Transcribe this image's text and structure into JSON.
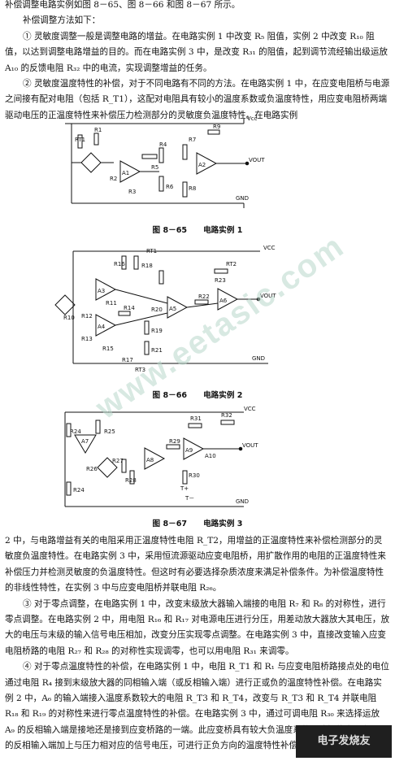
{
  "watermark": "www.eetasic.com",
  "logo_text": "电子发烧友",
  "intro": {
    "line1": "补偿调整电路实例如图 8－65、图 8－66 和图 8－67 所示。",
    "line2": "补偿调整方法如下："
  },
  "paragraphs": {
    "p1": "① 灵敏度调整一般是调整电路的增益。在电路实例 1 中改变 R₅ 阻值，实例 2 中改变 R₁₀ 阻值，以达到调整电路增益的目的。而在电路实例 3 中，是改变 R₃₁ 的阻值，起到调节流经输出级运放 A₁₀ 的反馈电阻 R₃₂ 中的电流，实现调整增益的任务。",
    "p2": "② 灵敏度温度特性的补偿，对于不同电路有不同的方法。在电路实例 1 中，在应变电阻桥与电源之间接有配对电阻（包括 R_T1），这配对电阻具有较小的温度系数或负温度特性，用应变电阻桥两端驱动电压的正温度特性来补偿压力检测部分的灵敏度负温度特性。在电路实例",
    "p3": "2 中，与电路增益有关的电阻采用正温度特性电阻 R_T2，用增益的正温度特性来补偿检测部分的灵敏度负温度特性。在电路实例 3 中，采用恒流源驱动应变电阻桥，用扩散作用的电阻的正温度特性来补偿压力并检测灵敏度的负温度特性。但这时有必要选择杂质浓度来满足补偿条件。为补偿温度特性的非线性特性，在实例 3 中与应变电阻桥并联电阻 R₂₆。",
    "p4": "③ 对于零点调整，在电路实例 1 中，改变末级放大器输入端接的电阻 R₇ 和 R₈ 的对称性，进行零点调整。在电路实例 2 中，用电阻 R₁₆ 和 R₁₇ 对电源电压进行分压，用差动放大器放大其电压，放大的电压与末级的输入信号电压相加，改变分压实现零点调整。在电路实例 3 中，直接改变输入应变电阻桥路的电阻 R₂₇ 和 R₂₈ 的对称性实现调零，也可以用电阻 R₃₁ 来调零。",
    "p5": "④ 对于零点温度特性的补偿，在电路实例 1 中，电阻 R_T1 和 R₁ 与应变电阻桥路接点处的电位通过电阻 R₄ 接到末级放大器的同相输入端（或反相输入端）进行正或负的温度特性补偿。在电路实例 2 中，A₆ 的输入端接入温度系数较大的电阻 R_T3 和 R_T4，改变与 R_T3 和 R_T4 并联电阻 R₁₈ 和 R₁₉ 的对称性来进行零点温度特性的补偿。在电路实例 3 中，通过可调电阻 R₃₀ 来选择运放 A₉ 的反相输入端是接地还是接到应变桥路的一端。此应变桥具有较大负温度系数且选好的电压在 A₉ 的反相输入端加上与压力相对应的信号电压，可进行正负方向的温度特性补偿。"
  },
  "figures": {
    "fig65": {
      "number": "图 8－65",
      "title": "电路实例 1",
      "labels": {
        "vcc": "Vcc",
        "vout": "VOUT",
        "gnd": "GND",
        "rt1": "RT1",
        "r1": "R1",
        "r2": "R2",
        "r3": "R3",
        "r4": "R4",
        "r5": "R5",
        "r6": "R6",
        "r7": "R7",
        "r8": "R8",
        "r9": "R9",
        "a1": "A1",
        "a2": "A2"
      }
    },
    "fig66": {
      "number": "图 8－66",
      "title": "电路实例 2",
      "labels": {
        "vcc": "VCC",
        "vout": "VOUT",
        "gnd": "GND",
        "rt1": "RT1",
        "rt2": "RT2",
        "rt3": "RT3",
        "r10": "R10",
        "r11": "R11",
        "r12": "R12",
        "r13": "R13",
        "r14": "R14",
        "r15": "R15",
        "r16": "R16",
        "r17": "R17",
        "r18": "R18",
        "r19": "R19",
        "r20": "R20",
        "r21": "R21",
        "r22": "R22",
        "r23": "R23",
        "a3": "A3",
        "a4": "A4",
        "a5": "A5",
        "a6": "A6"
      }
    },
    "fig67": {
      "number": "图 8－67",
      "title": "电路实例 3",
      "labels": {
        "vcc": "VCC",
        "vout": "VOUT",
        "gnd": "GND",
        "r24": "R24",
        "r25": "R25",
        "r26": "R26",
        "r27": "R27",
        "r28": "R28",
        "r29": "R29",
        "r30": "R30",
        "r31": "R31",
        "r32": "R32",
        "a7": "A7",
        "a8": "A8",
        "a9": "A9",
        "a10": "A10",
        "tp": "T+",
        "tm": "T－"
      }
    }
  }
}
